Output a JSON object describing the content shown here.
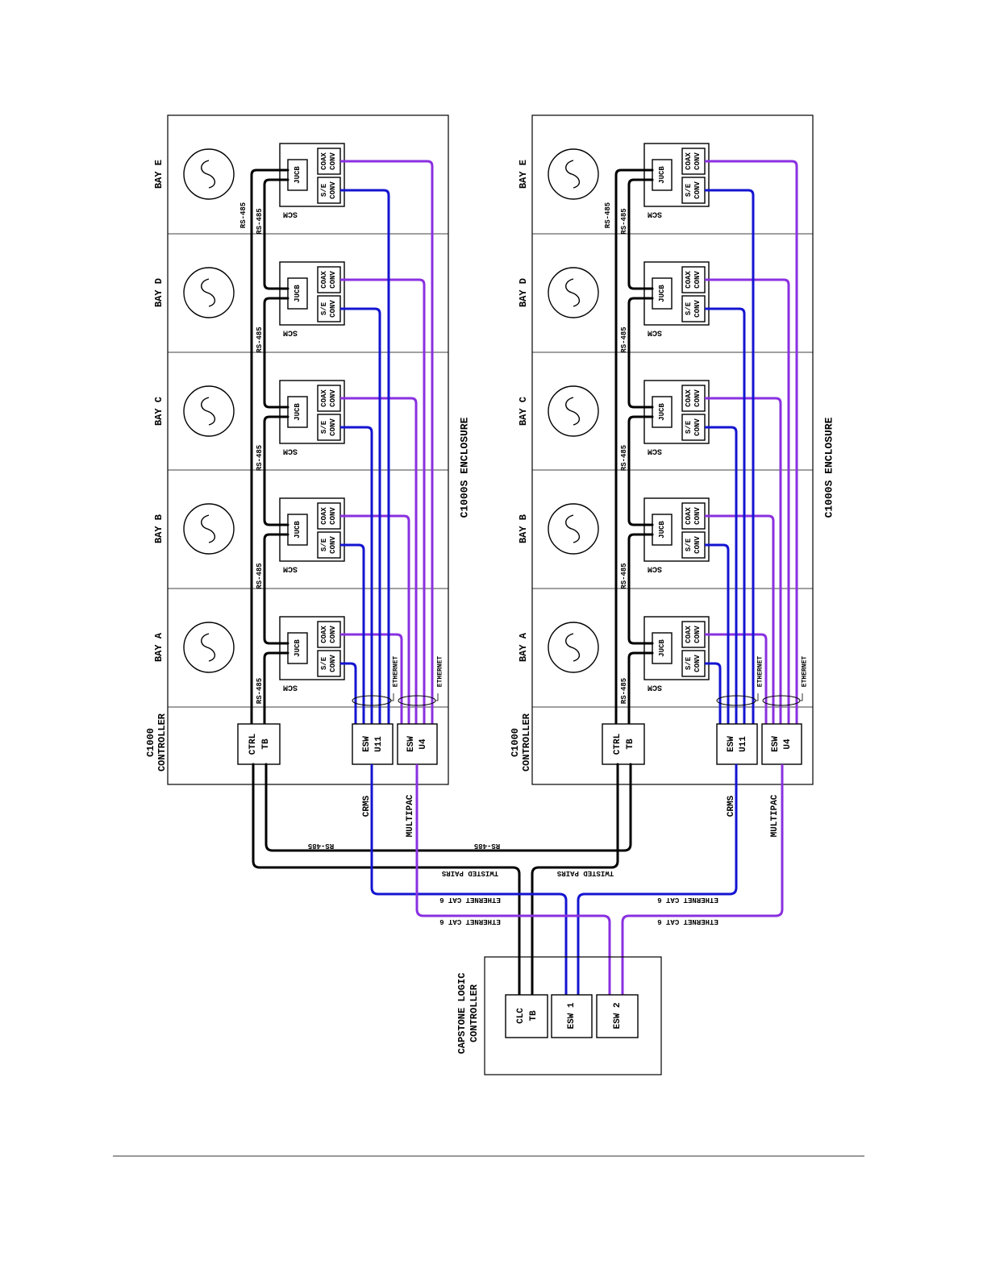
{
  "diagram": {
    "enclosures": [
      {
        "enclosure_label": "C1000S ENCLOSURE",
        "controller_label_line1": "C1000",
        "controller_label_line2": "CONTROLLER",
        "bays": [
          {
            "label": "BAY A",
            "rs485": "RS-485"
          },
          {
            "label": "BAY B",
            "rs485": "RS-485"
          },
          {
            "label": "BAY C",
            "rs485": "RS-485"
          },
          {
            "label": "BAY D",
            "rs485": "RS-485"
          },
          {
            "label": "BAY E",
            "rs485": "RS-485"
          }
        ],
        "controller_rs485": "RS-485",
        "ctrl_tb": [
          "CTRL",
          "TB"
        ],
        "esw_u11": [
          "ESW",
          "U11"
        ],
        "esw_u4": [
          "ESW",
          "U4"
        ],
        "ethernet_1": "ETHERNET",
        "ethernet_2": "ETHERNET",
        "crms": "CRMS",
        "multipac": "MULTIPAC"
      },
      {
        "enclosure_label": "C1000S ENCLOSURE",
        "controller_label_line1": "C1000",
        "controller_label_line2": "CONTROLLER",
        "bays": [
          {
            "label": "BAY A",
            "rs485": "RS-485"
          },
          {
            "label": "BAY B",
            "rs485": "RS-485"
          },
          {
            "label": "BAY C",
            "rs485": "RS-485"
          },
          {
            "label": "BAY D",
            "rs485": "RS-485"
          },
          {
            "label": "BAY E",
            "rs485": "RS-485"
          }
        ],
        "controller_rs485": "RS-485",
        "ctrl_tb": [
          "CTRL",
          "TB"
        ],
        "esw_u11": [
          "ESW",
          "U11"
        ],
        "esw_u4": [
          "ESW",
          "U4"
        ],
        "ethernet_1": "ETHERNET",
        "ethernet_2": "ETHERNET",
        "crms": "CRMS",
        "multipac": "MULTIPAC"
      }
    ],
    "scm_label": "SCM",
    "jucb_label": "JUCB",
    "coax_conv": [
      "COAX",
      "CONV"
    ],
    "se_conv": [
      "S/E",
      "CONV"
    ],
    "interconnect": {
      "rs485_left": "RS-485",
      "rs485_right": "RS-485",
      "twisted_left": "TWISTED PAIRS",
      "twisted_right": "TWISTED PAIRS",
      "cat6_blue_left": "ETHERNET CAT 6",
      "cat6_blue_right": "ETHERNET CAT 6",
      "cat6_purple_left": "ETHERNET CAT 6",
      "cat6_purple_right": "ETHERNET CAT 6"
    },
    "clc": {
      "label_line1": "CAPSTONE LOGIC",
      "label_line2": "CONTROLLER",
      "clc_tb": [
        "CLC",
        "TB"
      ],
      "esw1": "ESW 1",
      "esw2": "ESW 2"
    },
    "colors": {
      "rs485_wire": "#000000",
      "crms_ethernet": "#1414d2",
      "multipac_ethernet": "#8a30e0"
    }
  }
}
